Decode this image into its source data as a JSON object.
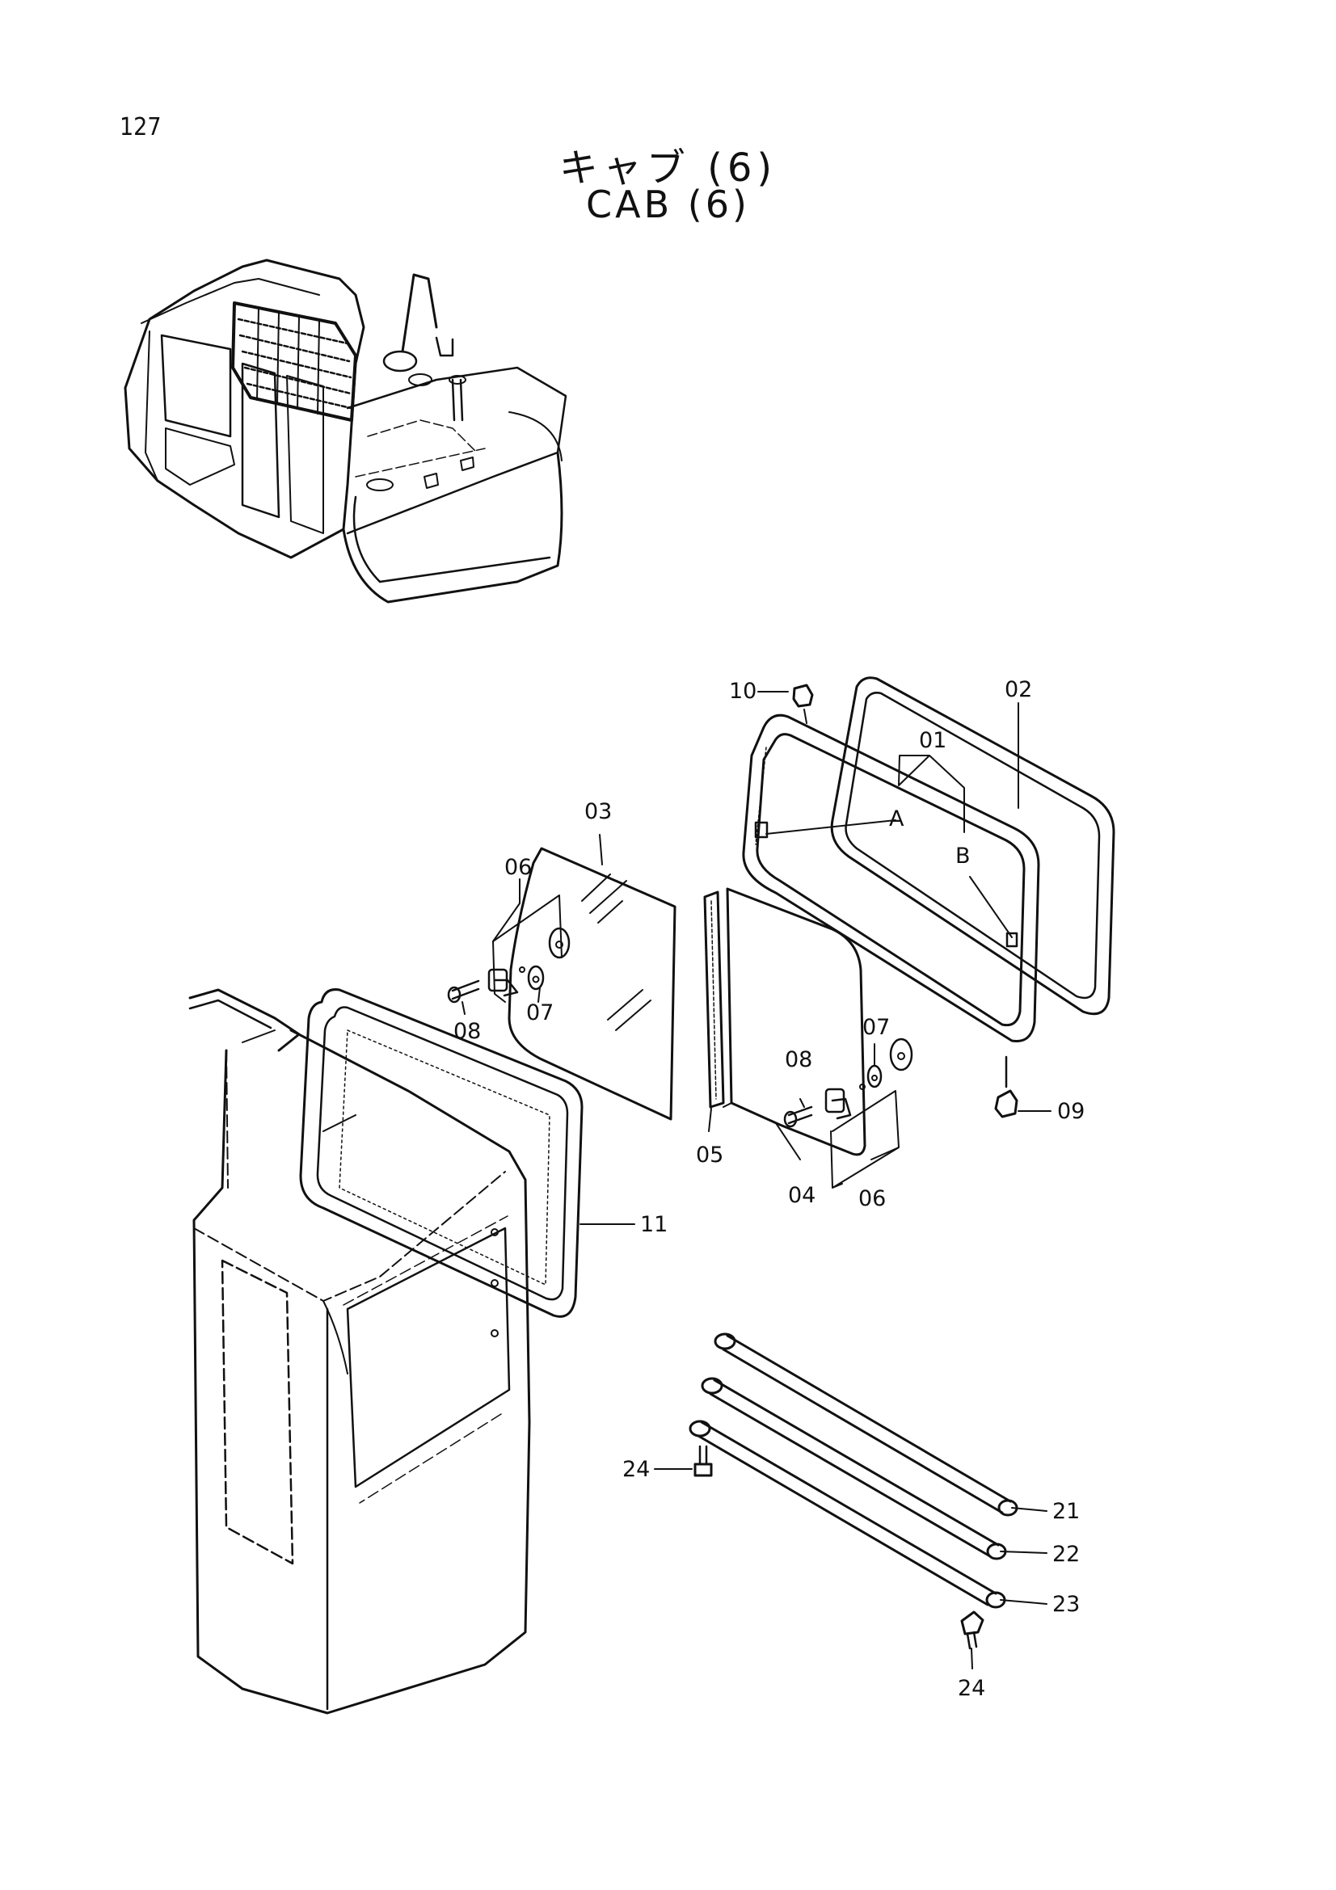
{
  "page": {
    "number": "127",
    "title_jp": "キャブ (6)",
    "title_en": "CAB (6)"
  },
  "callouts": {
    "p01": "01",
    "p02": "02",
    "p03": "03",
    "p04": "04",
    "p05": "05",
    "p06a": "06",
    "p06b": "06",
    "p07a": "07",
    "p07b": "07",
    "p08a": "08",
    "p08b": "08",
    "p09": "09",
    "p10": "10",
    "p11": "11",
    "p21": "21",
    "p22": "22",
    "p23": "23",
    "p24a": "24",
    "p24b": "24",
    "detail_a": "A",
    "detail_b": "B"
  },
  "colors": {
    "line": "#111111",
    "background": "#ffffff"
  }
}
